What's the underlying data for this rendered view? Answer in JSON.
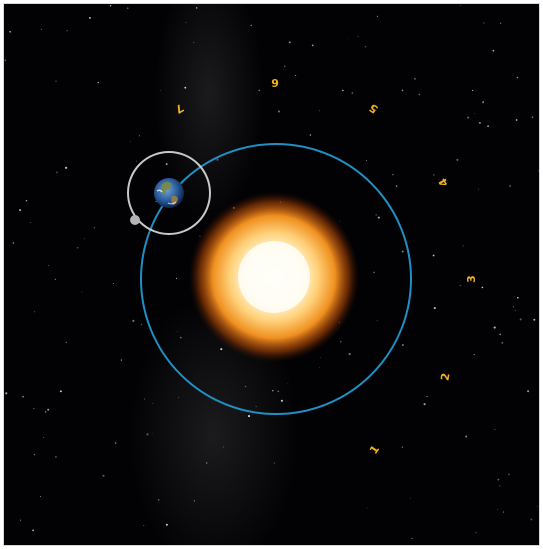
{
  "colors": {
    "background": "#020204",
    "earth_orbit": "#1f8fc4",
    "moon_orbit": "#c8c8c8",
    "labels": "#f2b21b",
    "sun_core": "#fffdf2",
    "sun_edge": "#e86a0c"
  },
  "icons": {
    "sun": "sun-icon",
    "earth": "earth-icon",
    "moon": "moon-icon"
  },
  "orbit_labels": [
    "1",
    "2",
    "3",
    "4",
    "5",
    "6",
    "7"
  ]
}
